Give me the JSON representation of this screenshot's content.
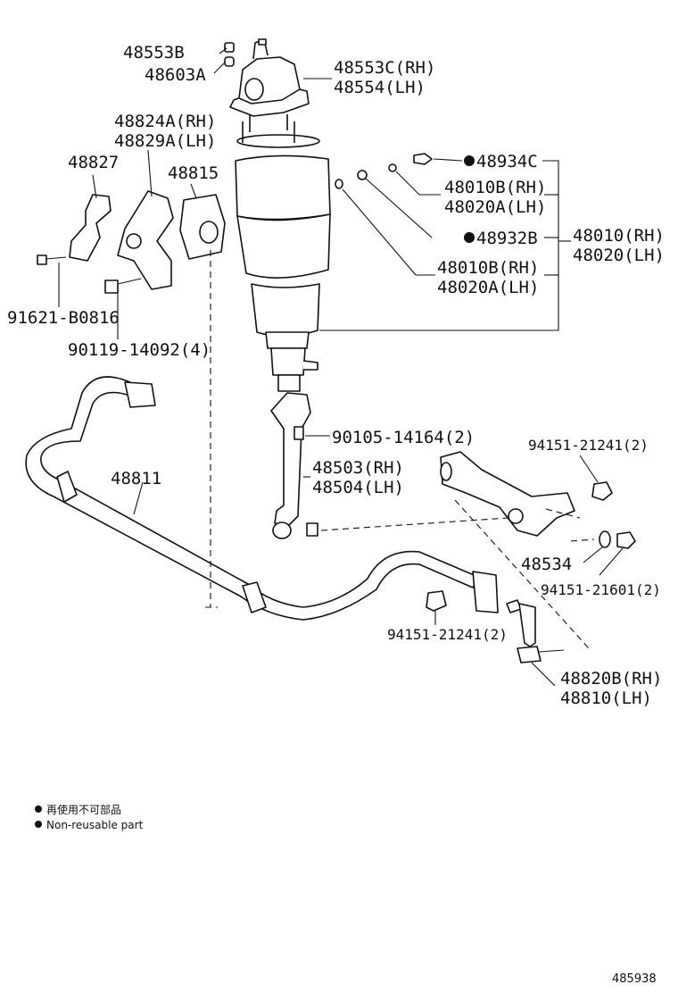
{
  "labels": {
    "l48553B": "48553B",
    "l48603A": "48603A",
    "l48553C": "48553C(RH)",
    "l48554": "48554(LH)",
    "l48824A": "48824A(RH)",
    "l48829A": "48829A(LH)",
    "l48827": "48827",
    "l48815": "48815",
    "l48934C": "48934C",
    "l48010B_1": "48010B(RH)",
    "l48020A_1": "48020A(LH)",
    "l48932B": "48932B",
    "l48010": "48010(RH)",
    "l48020": "48020(LH)",
    "l48010B_2": "48010B(RH)",
    "l48020A_2": "48020A(LH)",
    "l91621": "91621-B0816",
    "l90119": "90119-14092(4)",
    "l90105": "90105-14164(2)",
    "l94151a": "94151-21241(2)",
    "l48811": "48811",
    "l48503": "48503(RH)",
    "l48504": "48504(LH)",
    "l48534": "48534",
    "l94151b": "94151-21601(2)",
    "l94151c": "94151-21241(2)",
    "l48820B": "48820B(RH)",
    "l48810": "48810(LH)"
  },
  "legend": {
    "jp": "再使用不可部品",
    "en": "Non-reusable part"
  },
  "figure_number": "485938"
}
